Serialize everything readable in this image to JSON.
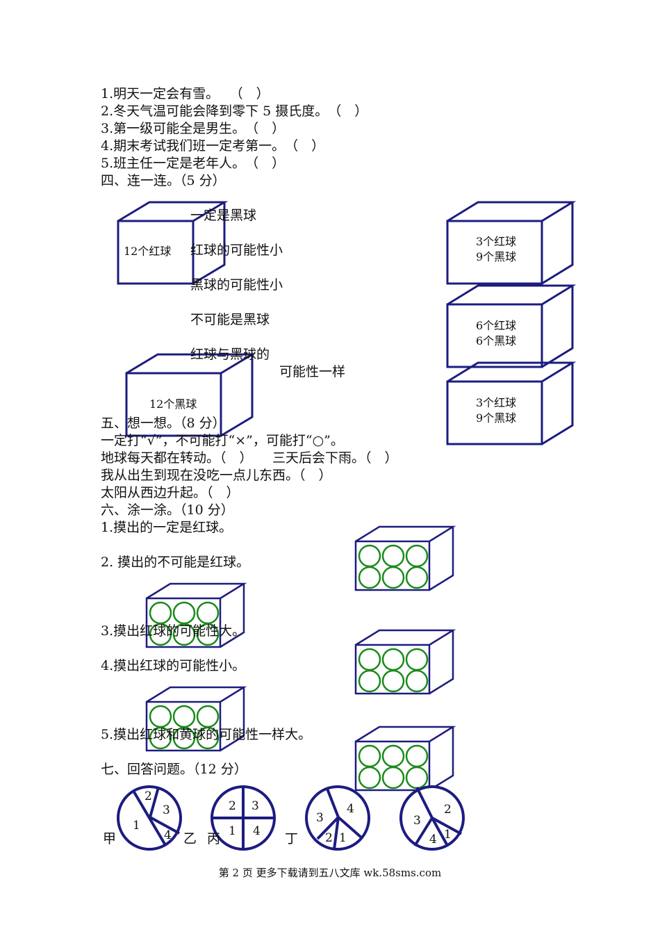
{
  "judge_items": [
    "1.明天一定会有雪。　 （　）",
    "2.冬天气温可能会降到零下 5 摄氏度。　（　）",
    "3.第一级可能全是男生。　（　）",
    "4.期末考试我们班一定考第一。　（　）",
    "5.班主任一定是老年人。　（　）"
  ],
  "section4": {
    "title": "四、连一连。（5 分）",
    "left_boxes": [
      "12个红球",
      "12个黑球"
    ],
    "options": [
      "一定是黑球",
      "红球的可能性小",
      "黑球的可能性小",
      "不可能是黑球",
      "红球与黑球的",
      "可能性一样"
    ],
    "right_boxes": [
      [
        "3个红球",
        "9个黑球"
      ],
      [
        "6个红球",
        "6个黑球"
      ],
      [
        "3个红球",
        "9个黑球"
      ]
    ]
  },
  "section5": {
    "title": "五、想一想。（8 分）",
    "instruction": "一定打“√”，不可能打“×”，可能打“○”。",
    "items": [
      "地球每天都在转动。（　）　　三天后会下雨。（　）",
      "我从出生到现在没吃一点儿东西。（　）",
      "太阳从西边升起。（　）"
    ]
  },
  "section6": {
    "title": "六、涂一涂。（10 分）",
    "items": [
      "1.摸出的一定是红球。",
      "2. 摸出的不可能是红球。",
      "3.摸出红球的可能性大。",
      "4.摸出红球的可能性小。",
      "5.摸出红球和黄球的可能性一样大。"
    ]
  },
  "section7": {
    "title": "七、回答问题。（12 分）",
    "spinner_labels": [
      "甲",
      "乙",
      "丙",
      "丁"
    ],
    "spinners": [
      [
        "2",
        "3",
        "1",
        "4"
      ],
      [
        "2",
        "3",
        "1",
        "4"
      ],
      [
        "3",
        "4",
        "2",
        "1"
      ],
      [
        "3",
        "2",
        "4",
        "1"
      ]
    ]
  },
  "footer": "第 2 页 更多下载请到五八文库 wk.58sms.com",
  "colors": {
    "box": "#1c1c80",
    "ball": "#1a8a1a"
  }
}
